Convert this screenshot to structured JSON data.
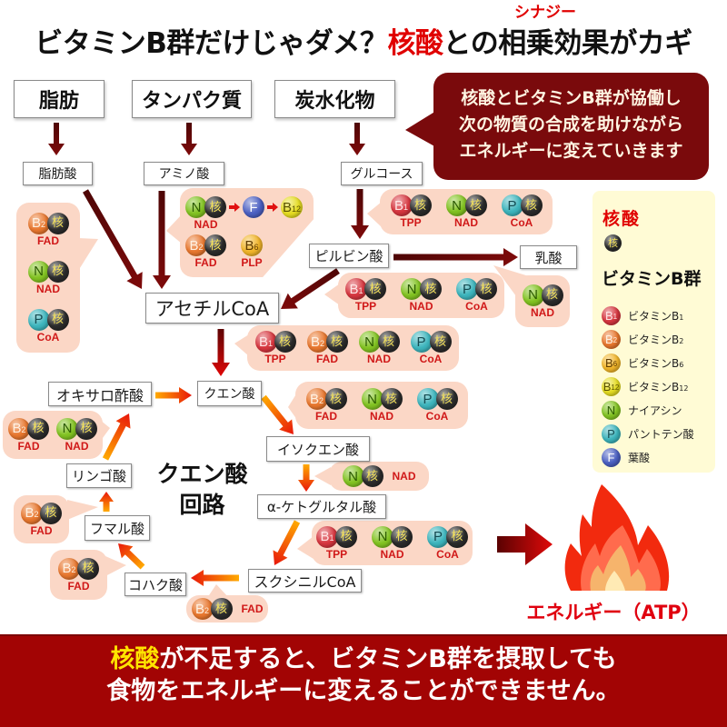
{
  "title": {
    "before": "ビタミンB群だけじゃダメ？",
    "highlight": "核酸",
    "after": "との相乗効果がカギ",
    "ruby": "シナジー"
  },
  "callout": {
    "lines": [
      "核酸とビタミンB群が協働し",
      "次の物質の合成を助けながら",
      "エネルギーに変えていきます"
    ]
  },
  "sources": {
    "fat": "脂肪",
    "protein": "タンパク質",
    "carbohydrate": "炭水化物"
  },
  "metabolites": {
    "fatty_acid": "脂肪酸",
    "amino_acid": "アミノ酸",
    "glucose": "グルコース",
    "pyruvate": "ピルビン酸",
    "lactate": "乳酸",
    "acetyl_coa": "アセチルCoA"
  },
  "cycle": {
    "title_lines": [
      "クエン酸",
      "回路"
    ],
    "nodes": {
      "oxaloacetate": "オキサロ酢酸",
      "citrate": "クエン酸",
      "isocitrate": "イソクエン酸",
      "alpha_ketoglutarate": "α-ケトグルタル酸",
      "succinyl_coa": "スクシニルCoA",
      "succinate": "コハク酸",
      "fumarate": "フマル酸",
      "malate": "リンゴ酸"
    }
  },
  "coenzyme_groups": [
    {
      "id": "fatty-acid-to-acetyl-coa",
      "rows": [
        [
          {
            "vitamin": "B2",
            "nucleic": true,
            "label": "FAD"
          }
        ],
        [
          {
            "vitamin": "N",
            "nucleic": true,
            "label": "NAD"
          }
        ],
        [
          {
            "vitamin": "P",
            "nucleic": true,
            "label": "CoA"
          }
        ]
      ]
    },
    {
      "id": "amino-acid-to-acetyl-coa",
      "rows": [
        [
          {
            "vitamin": "N",
            "nucleic": true,
            "label": "NAD"
          },
          {
            "icon": "arrow-right-icon"
          },
          {
            "vitamin": "F"
          },
          {
            "icon": "arrow-right-icon"
          },
          {
            "vitamin": "B12"
          }
        ],
        [
          {
            "vitamin": "B2",
            "nucleic": true,
            "label": "FAD"
          },
          {
            "vitamin": "B6",
            "label": "PLP"
          }
        ]
      ]
    },
    {
      "id": "glucose-to-pyruvate",
      "rows": [
        [
          {
            "vitamin": "B1",
            "nucleic": true,
            "label": "TPP"
          },
          {
            "vitamin": "N",
            "nucleic": true,
            "label": "NAD"
          },
          {
            "vitamin": "P",
            "nucleic": true,
            "label": "CoA"
          }
        ]
      ]
    },
    {
      "id": "pyruvate-to-lactate",
      "rows": [
        [
          {
            "vitamin": "N",
            "nucleic": true,
            "label": "NAD"
          }
        ]
      ]
    },
    {
      "id": "pyruvate-to-acetyl-coa",
      "rows": [
        [
          {
            "vitamin": "B1",
            "nucleic": true,
            "label": "TPP"
          },
          {
            "vitamin": "N",
            "nucleic": true,
            "label": "NAD"
          },
          {
            "vitamin": "P",
            "nucleic": true,
            "label": "CoA"
          }
        ]
      ]
    },
    {
      "id": "acetyl-coa-to-citrate",
      "rows": [
        [
          {
            "vitamin": "B1",
            "nucleic": true,
            "label": "TPP"
          },
          {
            "vitamin": "B2",
            "nucleic": true,
            "label": "FAD"
          },
          {
            "vitamin": "N",
            "nucleic": true,
            "label": "NAD"
          },
          {
            "vitamin": "P",
            "nucleic": true,
            "label": "CoA"
          }
        ]
      ]
    },
    {
      "id": "citrate-to-isocitrate",
      "rows": [
        [
          {
            "vitamin": "B2",
            "nucleic": true,
            "label": "FAD"
          },
          {
            "vitamin": "N",
            "nucleic": true,
            "label": "NAD"
          },
          {
            "vitamin": "P",
            "nucleic": true,
            "label": "CoA"
          }
        ]
      ]
    },
    {
      "id": "isocitrate-to-alpha-ketoglutarate",
      "rows": [
        [
          {
            "vitamin": "N",
            "nucleic": true,
            "label": "NAD"
          }
        ]
      ]
    },
    {
      "id": "alpha-ketoglutarate-to-succinyl-coa",
      "rows": [
        [
          {
            "vitamin": "B1",
            "nucleic": true,
            "label": "TPP"
          },
          {
            "vitamin": "N",
            "nucleic": true,
            "label": "NAD"
          },
          {
            "vitamin": "P",
            "nucleic": true,
            "label": "CoA"
          }
        ]
      ]
    },
    {
      "id": "succinyl-coa-to-succinate",
      "rows": [
        [
          {
            "vitamin": "B2",
            "nucleic": true,
            "label": "FAD"
          }
        ]
      ]
    },
    {
      "id": "succinate-to-fumarate",
      "rows": [
        [
          {
            "vitamin": "B2",
            "nucleic": true,
            "label": "FAD"
          }
        ]
      ]
    },
    {
      "id": "fumarate-to-malate",
      "rows": [
        [
          {
            "vitamin": "B2",
            "nucleic": true,
            "label": "FAD"
          }
        ]
      ]
    },
    {
      "id": "malate-to-oxaloacetate",
      "rows": [
        [
          {
            "vitamin": "B2",
            "nucleic": true,
            "label": "FAD"
          },
          {
            "vitamin": "N",
            "nucleic": true,
            "label": "NAD"
          }
        ]
      ]
    }
  ],
  "legend": {
    "nucleic_title": "核酸",
    "nucleic": {
      "symbol": "核",
      "color": "#2b2b2b",
      "text_color": "#f4e25a"
    },
    "vitamin_title": "ビタミンB群",
    "items": [
      {
        "symbol": "B1",
        "name": "ビタミンB1",
        "color": "#d6363f",
        "text_color": "#ffe6e6"
      },
      {
        "symbol": "B2",
        "name": "ビタミンB2",
        "color": "#e8772e",
        "text_color": "#fff1e2"
      },
      {
        "symbol": "B6",
        "name": "ビタミンB6",
        "color": "#f1b52a",
        "text_color": "#5e3b00"
      },
      {
        "symbol": "B12",
        "name": "ビタミンB12",
        "color": "#e5dc22",
        "text_color": "#5a5200"
      },
      {
        "symbol": "N",
        "name": "ナイアシン",
        "color": "#82c322",
        "text_color": "#2b5a00"
      },
      {
        "symbol": "P",
        "name": "パントテン酸",
        "color": "#3db5bd",
        "text_color": "#134a50"
      },
      {
        "symbol": "F",
        "name": "葉酸",
        "color": "#4b60c2",
        "text_color": "#ffffff"
      }
    ]
  },
  "energy": {
    "label": "エネルギー（ATP）",
    "icon": "flame-icon"
  },
  "footer": {
    "highlight": "核酸",
    "line1_rest": "が不足すると、ビタミンB群を摂取しても",
    "line2": "食物をエネルギーに変えることができません。"
  },
  "colors": {
    "accent_red": "#e00000",
    "callout_bg": "#7a0a0c",
    "footer_bg": "#a20404",
    "highlight_yellow": "#ffe400",
    "bubble_pink": "#fbd7c6",
    "legend_bg": "#fffbd5",
    "label_red": "#d01818",
    "pathway_arrow": [
      "#4e0606",
      "#7e0a0a"
    ],
    "acetyl_arrow": [
      "#5e0404",
      "#e00606"
    ],
    "cycle_arrow": [
      "#ffaa00",
      "#e8160a"
    ],
    "energy_arrow": [
      "#5a0202",
      "#e00a0a"
    ]
  }
}
